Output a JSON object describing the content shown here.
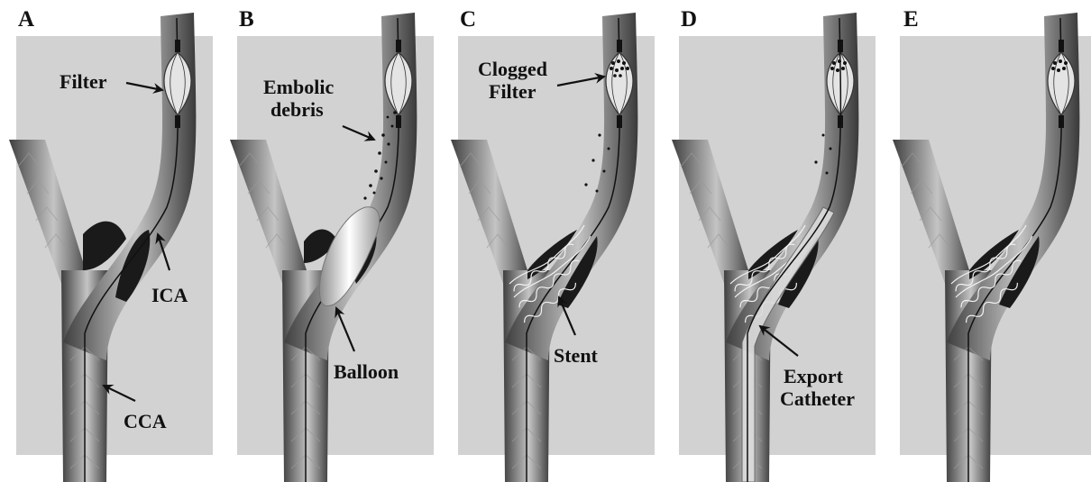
{
  "panels": [
    {
      "letter": "A",
      "labels": {
        "filter": "Filter",
        "ica": "ICA",
        "cca": "CCA"
      }
    },
    {
      "letter": "B",
      "labels": {
        "embolic_line1": "Embolic",
        "embolic_line2": "debris",
        "balloon": "Balloon"
      }
    },
    {
      "letter": "C",
      "labels": {
        "clogged_line1": "Clogged",
        "clogged_line2": "Filter",
        "stent": "Stent"
      }
    },
    {
      "letter": "D",
      "labels": {
        "export_line1": "Export",
        "export_line2": "Catheter"
      }
    },
    {
      "letter": "E",
      "labels": {}
    }
  ],
  "colors": {
    "panel_background": "#d2d2d2",
    "vessel_dark": "#4a4a4a",
    "vessel_light": "#b8b8b8",
    "plaque": "#1a1a1a",
    "balloon": "#eeeeee",
    "stent_wire": "#f2f2f2"
  }
}
